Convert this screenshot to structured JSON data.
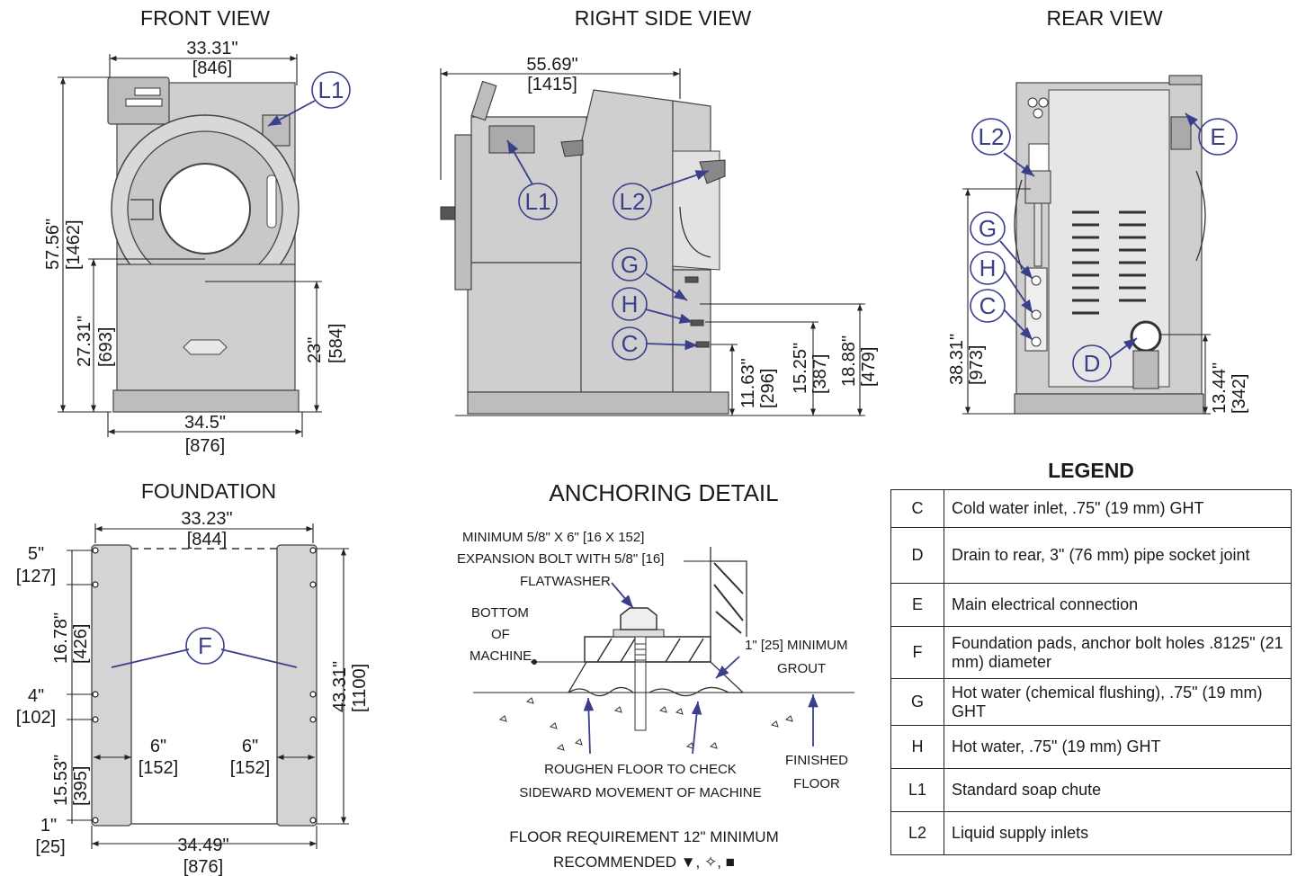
{
  "views": {
    "front": {
      "title": "FRONT VIEW",
      "width_in": "33.31\"",
      "width_mm": "[846]",
      "height_in": "57.56\"",
      "height_mm": "[1462]",
      "door_in": "27.31\"",
      "door_mm": "[693]",
      "sill_in": "23\"",
      "sill_mm": "[584]",
      "base_in": "34.5\"",
      "base_mm": "[876]",
      "callout": "L1"
    },
    "side": {
      "title": "RIGHT SIDE VIEW",
      "depth_in": "55.69\"",
      "depth_mm": "[1415]",
      "c_in": "11.63\"",
      "c_mm": "[296]",
      "h_in": "15.25\"",
      "h_mm": "[387]",
      "g_in": "18.88\"",
      "g_mm": "[479]",
      "callouts": [
        "L1",
        "L2",
        "G",
        "H",
        "C"
      ]
    },
    "rear": {
      "title": "REAR VIEW",
      "l2_in": "38.31\"",
      "l2_mm": "[973]",
      "d_in": "13.44\"",
      "d_mm": "[342]",
      "callouts": [
        "L2",
        "E",
        "G",
        "H",
        "C",
        "D"
      ]
    },
    "foundation": {
      "title": "FOUNDATION",
      "top_in": "33.23\"",
      "top_mm": "[844]",
      "bottom_in": "34.49\"",
      "bottom_mm": "[876]",
      "depth_in": "43.31\"",
      "depth_mm": "[1100]",
      "a_in": "5\"",
      "a_mm": "[127]",
      "b_in": "16.78\"",
      "b_mm": "[426]",
      "c_in": "4\"",
      "c_mm": "[102]",
      "d_in": "15.53\"",
      "d_mm": "[395]",
      "e_in": "1\"",
      "e_mm": "[25]",
      "pad_left_in": "6\"",
      "pad_left_mm": "[152]",
      "pad_right_in": "6\"",
      "pad_right_mm": "[152]",
      "callout": "F"
    }
  },
  "anchoring": {
    "title": "ANCHORING DETAIL",
    "bolt_line1": "MINIMUM 5/8\" X 6\" [16 X 152]",
    "bolt_line2": "EXPANSION BOLT WITH 5/8\" [16]",
    "bolt_line3": "FLATWASHER",
    "bottom_line1": "BOTTOM",
    "bottom_line2": "OF",
    "bottom_line3": "MACHINE",
    "grout_line1": "1\" [25] MINIMUM",
    "grout_line2": "GROUT",
    "roughen_line1": "ROUGHEN FLOOR TO CHECK",
    "roughen_line2": "SIDEWARD MOVEMENT OF MACHINE",
    "finished_line1": "FINISHED",
    "finished_line2": "FLOOR",
    "floor_req_line1": "FLOOR REQUIREMENT 12\" MINIMUM",
    "floor_req_line2": "RECOMMENDED ▼, ✧, ■"
  },
  "legend": {
    "title": "LEGEND",
    "rows": [
      {
        "key": "C",
        "text": "Cold water inlet, .75\" (19 mm) GHT"
      },
      {
        "key": "D",
        "text": "Drain to rear, 3\" (76 mm) pipe socket joint"
      },
      {
        "key": "E",
        "text": "Main electrical connection"
      },
      {
        "key": "F",
        "text": "Foundation pads, anchor bolt holes .8125\" (21 mm) diameter"
      },
      {
        "key": "G",
        "text": "Hot water (chemical flushing), .75\" (19 mm) GHT"
      },
      {
        "key": "H",
        "text": "Hot water, .75\" (19 mm) GHT"
      },
      {
        "key": "L1",
        "text": "Standard soap chute"
      },
      {
        "key": "L2",
        "text": "Liquid supply inlets"
      }
    ]
  },
  "colors": {
    "callout": "#3a3f8c",
    "machine": "#cfcfcf"
  }
}
